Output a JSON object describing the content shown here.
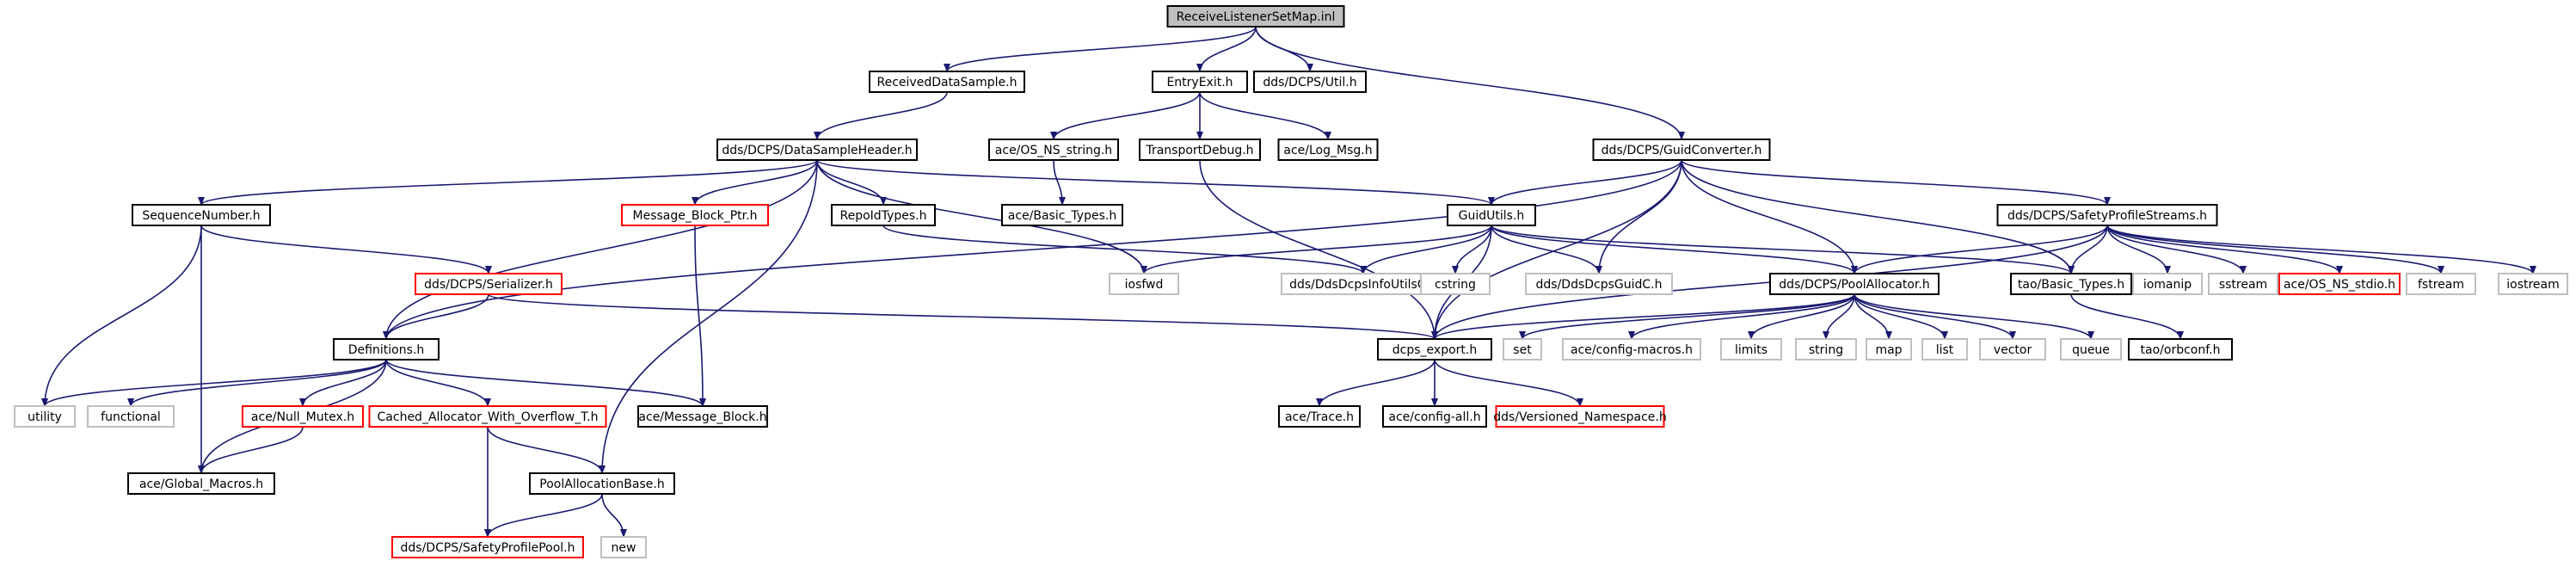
{
  "diagram": {
    "colors": {
      "edge": "#191970",
      "border_default": "#000000",
      "border_ref": "#ff0000",
      "border_plain": "#bfbfbf",
      "root_fill": "#bfbfbf",
      "node_fill": "#ffffff",
      "text": "#000000"
    },
    "nodes": [
      {
        "id": "root",
        "label": "ReceiveListenerSetMap.inl",
        "style": "root"
      },
      {
        "id": "rds",
        "label": "ReceivedDataSample.h",
        "style": "default"
      },
      {
        "id": "ee",
        "label": "EntryExit.h",
        "style": "default"
      },
      {
        "id": "util",
        "label": "dds/DCPS/Util.h",
        "style": "default"
      },
      {
        "id": "gc",
        "label": "dds/DCPS/GuidConverter.h",
        "style": "default"
      },
      {
        "id": "dsh",
        "label": "dds/DCPS/DataSampleHeader.h",
        "style": "default"
      },
      {
        "id": "osns",
        "label": "ace/OS_NS_string.h",
        "style": "default"
      },
      {
        "id": "td",
        "label": "TransportDebug.h",
        "style": "default"
      },
      {
        "id": "logmsg",
        "label": "ace/Log_Msg.h",
        "style": "default"
      },
      {
        "id": "sn",
        "label": "SequenceNumber.h",
        "style": "default"
      },
      {
        "id": "mbp",
        "label": "Message_Block_Ptr.h",
        "style": "ref"
      },
      {
        "id": "repo",
        "label": "RepoIdTypes.h",
        "style": "default"
      },
      {
        "id": "abt",
        "label": "ace/Basic_Types.h",
        "style": "default"
      },
      {
        "id": "gu",
        "label": "GuidUtils.h",
        "style": "default"
      },
      {
        "id": "sps",
        "label": "dds/DCPS/SafetyProfileStreams.h",
        "style": "default"
      },
      {
        "id": "ser",
        "label": "dds/DCPS/Serializer.h",
        "style": "ref"
      },
      {
        "id": "iosfwd",
        "label": "iosfwd",
        "style": "plain"
      },
      {
        "id": "info",
        "label": "dds/DdsDcpsInfoUtilsC.h",
        "style": "plain"
      },
      {
        "id": "cstring",
        "label": "cstring",
        "style": "plain"
      },
      {
        "id": "guidc",
        "label": "dds/DdsDcpsGuidC.h",
        "style": "plain"
      },
      {
        "id": "pa",
        "label": "dds/DCPS/PoolAllocator.h",
        "style": "default"
      },
      {
        "id": "tbt",
        "label": "tao/Basic_Types.h",
        "style": "default"
      },
      {
        "id": "iomanip",
        "label": "iomanip",
        "style": "plain"
      },
      {
        "id": "sstream",
        "label": "sstream",
        "style": "plain"
      },
      {
        "id": "stdio",
        "label": "ace/OS_NS_stdio.h",
        "style": "ref"
      },
      {
        "id": "fstream",
        "label": "fstream",
        "style": "plain"
      },
      {
        "id": "iostream",
        "label": "iostream",
        "style": "plain"
      },
      {
        "id": "defs",
        "label": "Definitions.h",
        "style": "default"
      },
      {
        "id": "dcps",
        "label": "dcps_export.h",
        "style": "default"
      },
      {
        "id": "set",
        "label": "set",
        "style": "plain"
      },
      {
        "id": "cm",
        "label": "ace/config-macros.h",
        "style": "plain"
      },
      {
        "id": "limits",
        "label": "limits",
        "style": "plain"
      },
      {
        "id": "string",
        "label": "string",
        "style": "plain"
      },
      {
        "id": "map",
        "label": "map",
        "style": "plain"
      },
      {
        "id": "list",
        "label": "list",
        "style": "plain"
      },
      {
        "id": "vector",
        "label": "vector",
        "style": "plain"
      },
      {
        "id": "queue",
        "label": "queue",
        "style": "plain"
      },
      {
        "id": "orb",
        "label": "tao/orbconf.h",
        "style": "default"
      },
      {
        "id": "utility",
        "label": "utility",
        "style": "plain"
      },
      {
        "id": "functional",
        "label": "functional",
        "style": "plain"
      },
      {
        "id": "nm",
        "label": "ace/Null_Mutex.h",
        "style": "ref"
      },
      {
        "id": "cawo",
        "label": "Cached_Allocator_With_Overflow_T.h",
        "style": "ref"
      },
      {
        "id": "amb",
        "label": "ace/Message_Block.h",
        "style": "default"
      },
      {
        "id": "trace",
        "label": "ace/Trace.h",
        "style": "default"
      },
      {
        "id": "ca",
        "label": "ace/config-all.h",
        "style": "default"
      },
      {
        "id": "vn",
        "label": "dds/Versioned_Namespace.h",
        "style": "ref"
      },
      {
        "id": "gm",
        "label": "ace/Global_Macros.h",
        "style": "default"
      },
      {
        "id": "pab",
        "label": "PoolAllocationBase.h",
        "style": "default"
      },
      {
        "id": "spp",
        "label": "dds/DCPS/SafetyProfilePool.h",
        "style": "ref"
      },
      {
        "id": "new",
        "label": "new",
        "style": "plain"
      }
    ],
    "edges": [
      [
        "root",
        "rds"
      ],
      [
        "root",
        "ee"
      ],
      [
        "root",
        "util"
      ],
      [
        "root",
        "gc"
      ],
      [
        "rds",
        "dsh"
      ],
      [
        "ee",
        "osns"
      ],
      [
        "ee",
        "td"
      ],
      [
        "ee",
        "logmsg"
      ],
      [
        "osns",
        "abt"
      ],
      [
        "td",
        "dcps"
      ],
      [
        "dsh",
        "sn"
      ],
      [
        "dsh",
        "mbp"
      ],
      [
        "dsh",
        "repo"
      ],
      [
        "dsh",
        "gu"
      ],
      [
        "dsh",
        "defs"
      ],
      [
        "dsh",
        "iosfwd"
      ],
      [
        "dsh",
        "pab"
      ],
      [
        "gc",
        "gu"
      ],
      [
        "gc",
        "sps"
      ],
      [
        "gc",
        "defs"
      ],
      [
        "gc",
        "guidc"
      ],
      [
        "gc",
        "pa"
      ],
      [
        "gc",
        "tbt"
      ],
      [
        "gc",
        "dcps"
      ],
      [
        "sn",
        "ser"
      ],
      [
        "sn",
        "utility"
      ],
      [
        "sn",
        "gm"
      ],
      [
        "mbp",
        "amb"
      ],
      [
        "repo",
        "info"
      ],
      [
        "gu",
        "iosfwd"
      ],
      [
        "gu",
        "info"
      ],
      [
        "gu",
        "cstring"
      ],
      [
        "gu",
        "guidc"
      ],
      [
        "gu",
        "pa"
      ],
      [
        "gu",
        "tbt"
      ],
      [
        "gu",
        "dcps"
      ],
      [
        "sps",
        "pa"
      ],
      [
        "sps",
        "tbt"
      ],
      [
        "sps",
        "iomanip"
      ],
      [
        "sps",
        "sstream"
      ],
      [
        "sps",
        "stdio"
      ],
      [
        "sps",
        "fstream"
      ],
      [
        "sps",
        "iostream"
      ],
      [
        "sps",
        "dcps"
      ],
      [
        "ser",
        "defs"
      ],
      [
        "ser",
        "dcps"
      ],
      [
        "pa",
        "dcps"
      ],
      [
        "pa",
        "set"
      ],
      [
        "pa",
        "cm"
      ],
      [
        "pa",
        "limits"
      ],
      [
        "pa",
        "string"
      ],
      [
        "pa",
        "map"
      ],
      [
        "pa",
        "list"
      ],
      [
        "pa",
        "vector"
      ],
      [
        "pa",
        "queue"
      ],
      [
        "tbt",
        "orb"
      ],
      [
        "defs",
        "utility"
      ],
      [
        "defs",
        "functional"
      ],
      [
        "defs",
        "nm"
      ],
      [
        "defs",
        "cawo"
      ],
      [
        "defs",
        "amb"
      ],
      [
        "defs",
        "gm"
      ],
      [
        "nm",
        "gm"
      ],
      [
        "cawo",
        "pab"
      ],
      [
        "cawo",
        "spp"
      ],
      [
        "dcps",
        "trace"
      ],
      [
        "dcps",
        "ca"
      ],
      [
        "dcps",
        "vn"
      ],
      [
        "pab",
        "spp"
      ],
      [
        "pab",
        "new"
      ]
    ]
  }
}
